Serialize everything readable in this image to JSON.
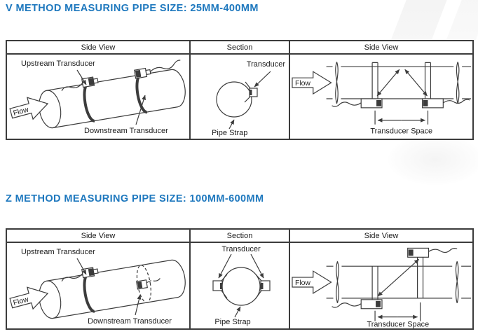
{
  "colors": {
    "title_blue": "#1e78be",
    "line": "#3c3c3c"
  },
  "v": {
    "title": "V METHOD MEASURING PIPE SIZE: 25MM-400MM",
    "headers": [
      "Side View",
      "Section",
      "Side View"
    ],
    "side_view": {
      "upstream": "Upstream Transducer",
      "downstream": "Downstream Transducer",
      "flow": "Flow"
    },
    "section": {
      "transducer": "Transducer",
      "pipe_strap": "Pipe Strap"
    },
    "install": {
      "flow": "Flow",
      "space": "Transducer Space"
    }
  },
  "z": {
    "title": "Z METHOD MEASURING PIPE SIZE: 100MM-600MM",
    "headers": [
      "Side View",
      "Section",
      "Side View"
    ],
    "side_view": {
      "upstream": "Upstream Transducer",
      "downstream": "Downstream Transducer",
      "flow": "Flow"
    },
    "section": {
      "transducer": "Transducer",
      "pipe_strap": "Pipe Strap"
    },
    "install": {
      "flow": "Flow",
      "space": "Transducer Space"
    }
  }
}
